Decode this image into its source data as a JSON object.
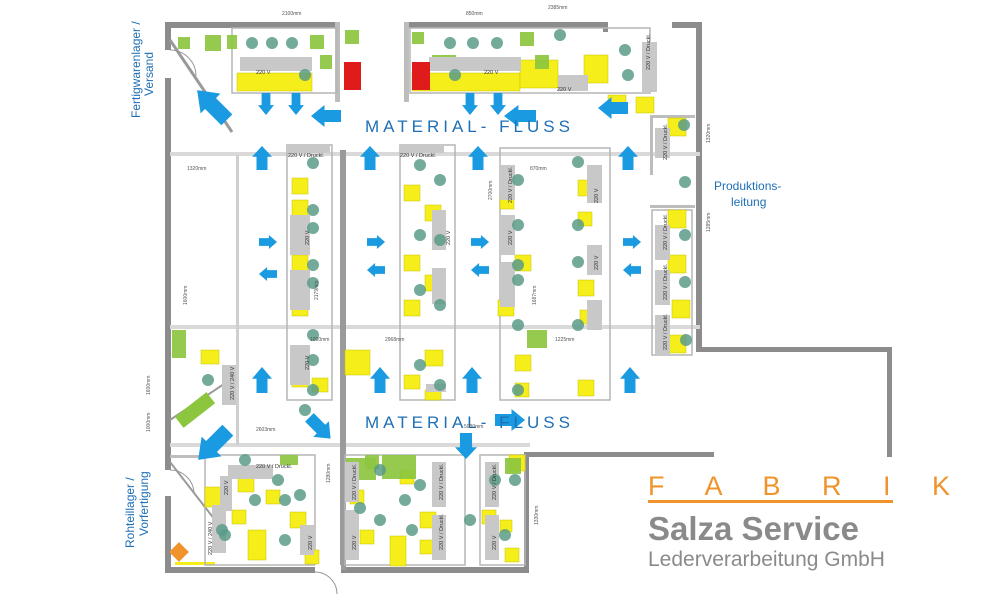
{
  "floor_labels": {
    "material_flow_top": "MATERIAL-  FLUSS",
    "material_flow_bottom": "MATERIAL-  FLUSS",
    "zone_shipping": [
      "Fertigwarenlager /",
      "Versand"
    ],
    "zone_prefab": [
      "Rohteillager /",
      "Vorfertigung"
    ],
    "zone_management": [
      "Produktions-",
      "leitung"
    ]
  },
  "dimensions": [
    "2100mm",
    "850mm",
    "2385mm",
    "1320mm",
    "2700mm",
    "870mm",
    "1600mm",
    "2179mm",
    "1000mm",
    "2968mm",
    "1225mm",
    "1600mm",
    "1000mm",
    "2603mm",
    "1280mm",
    "1320mm",
    "1285mm",
    "1687mm",
    "1330mm",
    "5030mm"
  ],
  "voltage_labels": [
    "220 V",
    "220 V / Druckl.",
    "220 V / 240 V"
  ],
  "brand": {
    "tagline": "F A B R I K",
    "name": "Salza Service",
    "subtitle": "Lederverarbeitung GmbH"
  },
  "colors": {
    "wall": "#8c8c8c",
    "flow_arrow": "#1a9ae0",
    "work_table": "#f5ee1a",
    "machine_green": "#8cc63f",
    "chair": "#5b9b88",
    "cabinet_red": "#e01b1b",
    "electrical_box": "#c8c8c8",
    "brand_orange": "#f0932b",
    "brand_grey": "#8a8a8a"
  }
}
